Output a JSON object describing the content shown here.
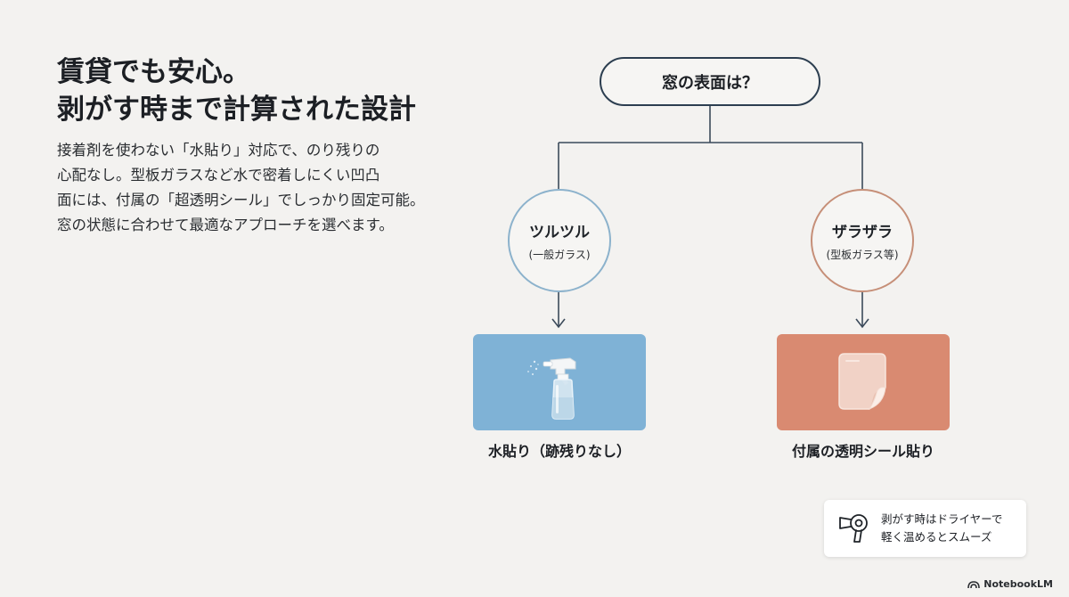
{
  "headline": {
    "line1": "賃貸でも安心。",
    "line2": "剥がす時まで計算された設計"
  },
  "body": {
    "lines": [
      "接着剤を使わない「水貼り」対応で、のり残りの",
      "心配なし。型板ガラスなど水で密着しにくい凹凸",
      "面には、付属の「超透明シール」でしっかり固定可能。",
      "窓の状態に合わせて最適なアプローチを選べます。"
    ]
  },
  "flow": {
    "question": "窓の表面は？",
    "branches": [
      {
        "title": "ツルツル",
        "subtitle": "(一般ガラス)",
        "result": "水貼り（跡残りなし）",
        "icon": "spray-bottle-icon",
        "color": "#7fb2d6"
      },
      {
        "title": "ザラザラ",
        "subtitle": "(型板ガラス等)",
        "result": "付属の透明シール貼り",
        "icon": "peeling-sticker-icon",
        "color": "#d98a71"
      }
    ]
  },
  "tip": {
    "icon": "hair-dryer-icon",
    "line1": "剥がす時はドライヤーで",
    "line2": "軽く温めるとスムーズ"
  },
  "brand": {
    "label": "NotebookLM"
  }
}
